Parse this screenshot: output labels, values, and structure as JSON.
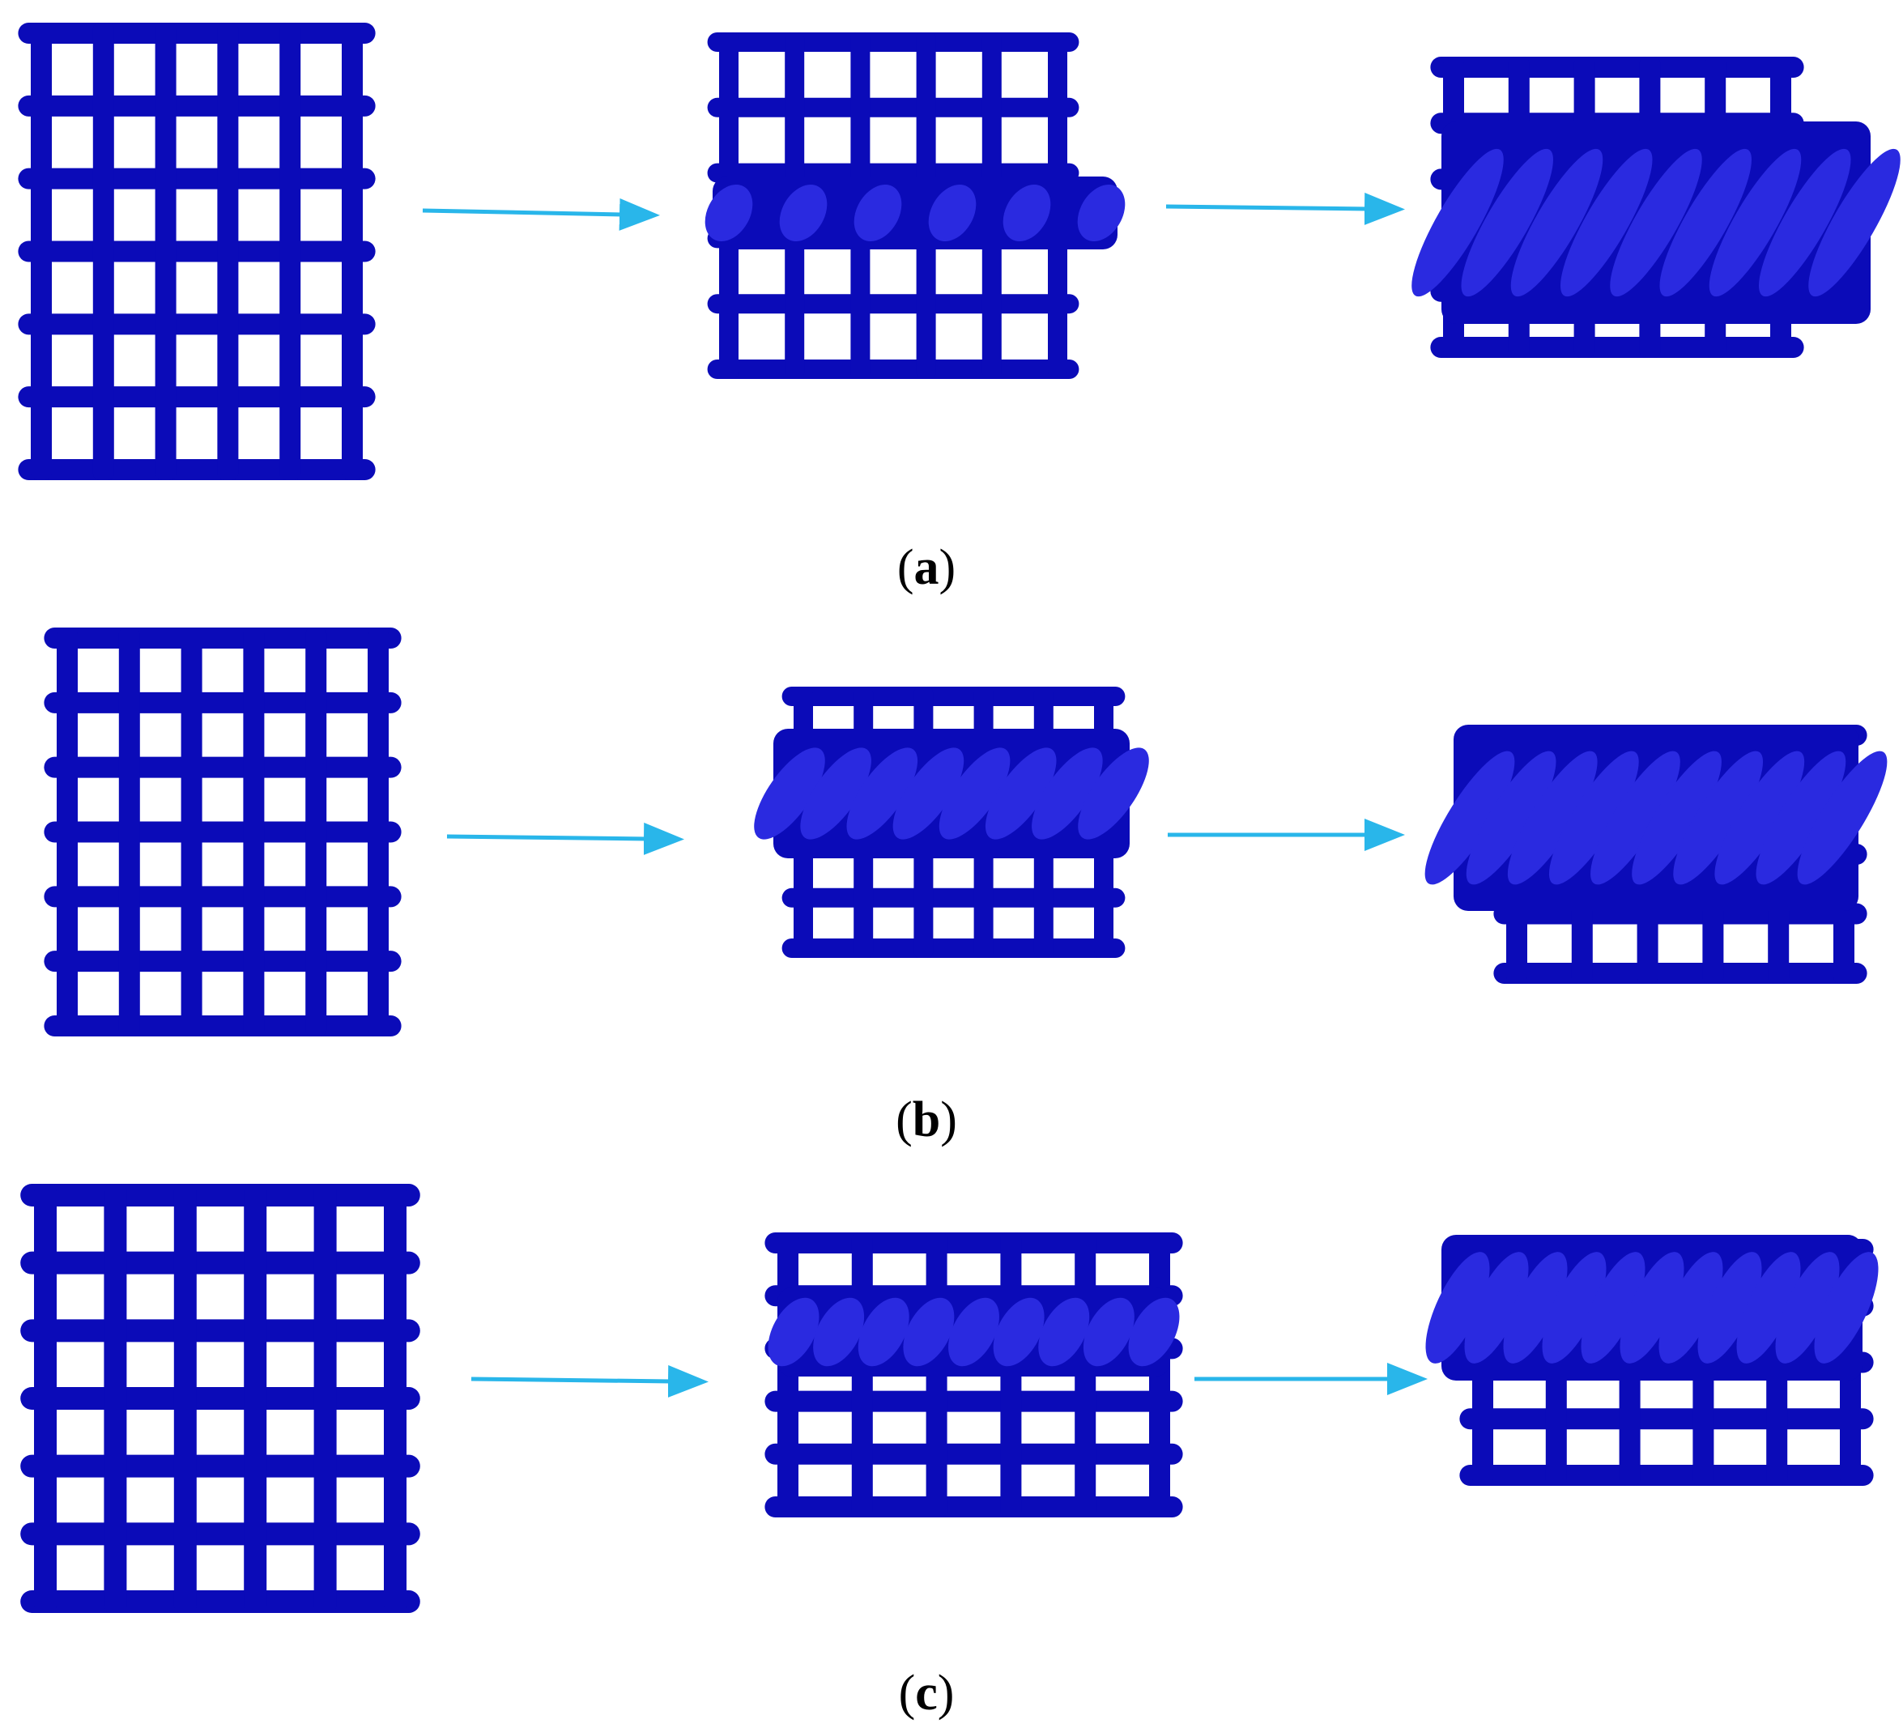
{
  "figure": {
    "lattice_color": "#0b0bb8",
    "lattice_highlight": "#2a2ae0",
    "arrow_color": "#29b6ea",
    "rows": [
      {
        "caption_open": "(",
        "caption_letter": "a",
        "caption_close": ")",
        "stages": [
          "undeformed-lattice",
          "partially-collapsed-lattice",
          "densified-lattice"
        ]
      },
      {
        "caption_open": "(",
        "caption_letter": "b",
        "caption_close": ")",
        "stages": [
          "undeformed-lattice",
          "partially-collapsed-lattice",
          "densified-lattice"
        ]
      },
      {
        "caption_open": "(",
        "caption_letter": "c",
        "caption_close": ")",
        "stages": [
          "undeformed-lattice",
          "partially-collapsed-lattice",
          "densified-lattice"
        ]
      }
    ]
  }
}
